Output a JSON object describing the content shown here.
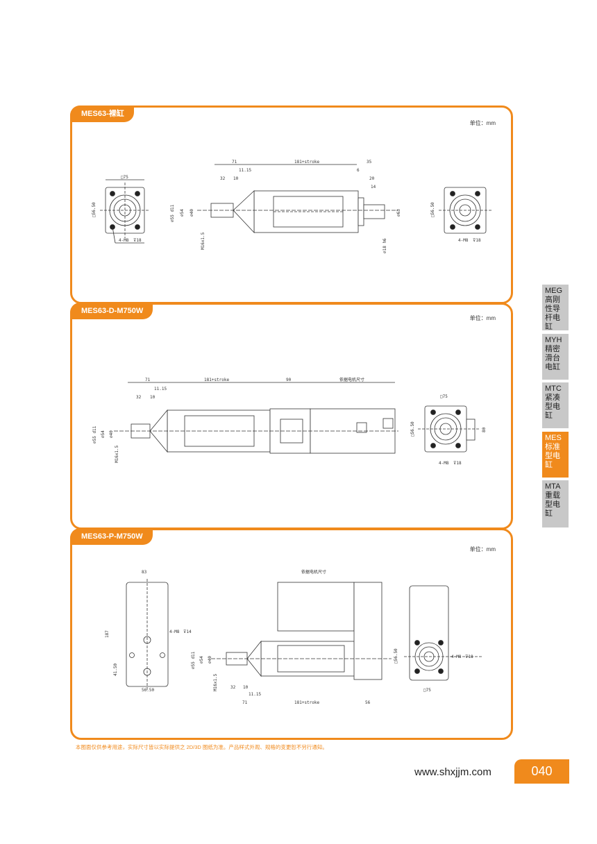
{
  "panels": [
    {
      "title": "MES63-裸缸",
      "unit": "单位：mm"
    },
    {
      "title": "MES63-D-M750W",
      "unit": "单位：mm"
    },
    {
      "title": "MES63-P-M750W",
      "unit": "单位：mm"
    }
  ],
  "dims": {
    "sq75": "□75",
    "sq5650": "□56.50",
    "hole4m8": "4-M8",
    "depth18": "⊽18",
    "depth14": "⊽14",
    "d55": "⌀55 d11",
    "d54": "⌀54",
    "d40": "⌀40",
    "d63": "⌀63",
    "d18": "⌀18 h6",
    "m16": "M16x1.5",
    "l71": "71",
    "l181": "181+stroke",
    "l35": "35",
    "l1115": "11.15",
    "l32": "32",
    "l10": "10",
    "l6": "6",
    "l20": "20",
    "l14": "14",
    "l90": "90",
    "l80": "80",
    "motor": "依据电机尺寸",
    "l83": "83",
    "l187": "187",
    "l4150": "41.50",
    "l5650": "56.50",
    "l56": "56"
  },
  "sidebar": [
    {
      "code": "MEG",
      "name": "高刚性导杆电缸",
      "active": false
    },
    {
      "code": "MYH",
      "name": "精密滑台电缸",
      "active": false
    },
    {
      "code": "MTC",
      "name": "紧凑型电缸",
      "active": false
    },
    {
      "code": "MES",
      "name": "标准型电缸",
      "active": true
    },
    {
      "code": "MTA",
      "name": "重载型电缸",
      "active": false
    }
  ],
  "footer": {
    "note": "本图面仅供参考用途，实际尺寸皆以实际提供之 2D/3D 图纸为准。产品样式外观、规格的变更恕不另行通知。",
    "website": "www.shxjjm.com",
    "page": "040"
  },
  "colors": {
    "accent": "#f08a1c",
    "sidebar_inactive": "#c8c8c8"
  }
}
